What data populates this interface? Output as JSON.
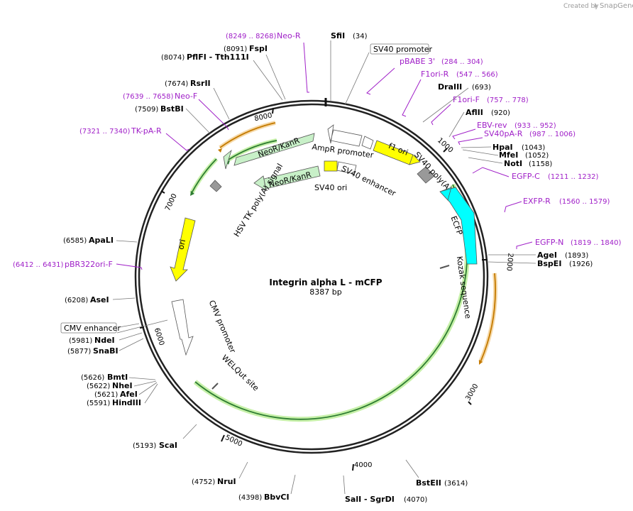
{
  "credit": {
    "prefix": "Created by",
    "brand": "SnapGene",
    "logo_icon": "snapgene-logo-icon"
  },
  "plasmid": {
    "name": "Integrin alpha L - mCFP",
    "size_label": "8387 bp"
  },
  "backbone_ticks": [
    {
      "label": "1000",
      "bp": 1000
    },
    {
      "label": "2000",
      "bp": 2000
    },
    {
      "label": "3000",
      "bp": 3000
    },
    {
      "label": "4000",
      "bp": 4000
    },
    {
      "label": "5000",
      "bp": 5000
    },
    {
      "label": "6000",
      "bp": 6000
    },
    {
      "label": "7000",
      "bp": 7000
    },
    {
      "label": "8000",
      "bp": 8000
    }
  ],
  "restriction_sites": [
    {
      "name": "SfiI",
      "pos": "(34)"
    },
    {
      "name": "FspI",
      "pos": "(8091)"
    },
    {
      "name": "PflFI - Tth111I",
      "pos": "(8074)"
    },
    {
      "name": "RsrII",
      "pos": "(7674)"
    },
    {
      "name": "BstBI",
      "pos": "(7509)"
    },
    {
      "name": "DraIII",
      "pos": "(693)"
    },
    {
      "name": "AflII",
      "pos": "(920)"
    },
    {
      "name": "HpaI",
      "pos": "(1043)"
    },
    {
      "name": "MfeI",
      "pos": "(1052)"
    },
    {
      "name": "NotI",
      "pos": "(1158)"
    },
    {
      "name": "AgeI",
      "pos": "(1893)"
    },
    {
      "name": "BspEI",
      "pos": "(1926)"
    },
    {
      "name": "ApaLI",
      "pos": "(6585)"
    },
    {
      "name": "AseI",
      "pos": "(6208)"
    },
    {
      "name": "NdeI",
      "pos": "(5981)"
    },
    {
      "name": "SnaBI",
      "pos": "(5877)"
    },
    {
      "name": "BmtI",
      "pos": "(5626)"
    },
    {
      "name": "NheI",
      "pos": "(5622)"
    },
    {
      "name": "AfeI",
      "pos": "(5621)"
    },
    {
      "name": "HindIII",
      "pos": "(5591)"
    },
    {
      "name": "ScaI",
      "pos": "(5193)"
    },
    {
      "name": "NruI",
      "pos": "(4752)"
    },
    {
      "name": "BbvCI",
      "pos": "(4398)"
    },
    {
      "name": "SalI - SgrDI",
      "pos": "(4070)"
    },
    {
      "name": "BstEII",
      "pos": "(3614)"
    }
  ],
  "primers": [
    {
      "name": "Neo-R",
      "range": "(8249 .. 8268)"
    },
    {
      "name": "pBABE 3'",
      "range": "(284 .. 304)"
    },
    {
      "name": "F1ori-R",
      "range": "(547 .. 566)"
    },
    {
      "name": "F1ori-F",
      "range": "(757 .. 778)"
    },
    {
      "name": "EBV-rev",
      "range": "(933 .. 952)"
    },
    {
      "name": "SV40pA-R",
      "range": "(987 .. 1006)"
    },
    {
      "name": "EGFP-C",
      "range": "(1211 .. 1232)"
    },
    {
      "name": "EXFP-R",
      "range": "(1560 .. 1579)"
    },
    {
      "name": "EGFP-N",
      "range": "(1819 .. 1840)"
    },
    {
      "name": "Neo-F",
      "range": "(7639 .. 7658)"
    },
    {
      "name": "TK-pA-R",
      "range": "(7321 .. 7340)"
    },
    {
      "name": "pBR322ori-F",
      "range": "(6412 .. 6431)"
    }
  ],
  "boxed_labels": [
    {
      "name": "SV40 promoter"
    },
    {
      "name": "CMV enhancer"
    }
  ],
  "features": [
    {
      "name": "NeoR/KanR",
      "color": "#c8f0c8"
    },
    {
      "name": "NeoR/KanR",
      "color": "#c8f0c8"
    },
    {
      "name": "AmpR promoter",
      "color": "#ffffff"
    },
    {
      "name": "f1 ori",
      "color": "#ffff00"
    },
    {
      "name": "SV40 ori",
      "color": "#ffff00"
    },
    {
      "name": "SV40 enhancer",
      "color": "#ffffff"
    },
    {
      "name": "SV40 poly(A) signal",
      "color": "#999999"
    },
    {
      "name": "HSV TK poly(A) signal",
      "color": "#999999"
    },
    {
      "name": "ECFP",
      "color": "#00ffff"
    },
    {
      "name": "Kozak sequence",
      "color": "#999999"
    },
    {
      "name": "ori",
      "color": "#ffff00"
    },
    {
      "name": "CMV promoter",
      "color": "#ffffff"
    },
    {
      "name": "WELQut site",
      "color": "#999999"
    }
  ],
  "colors": {
    "backbone": "#222222",
    "orf_green": "#2e7d32",
    "orf_halo": "#c6f0a8",
    "orf_orange": "#c47a00",
    "orange_halo": "#f6d9a8",
    "primer": "#a020c8"
  }
}
